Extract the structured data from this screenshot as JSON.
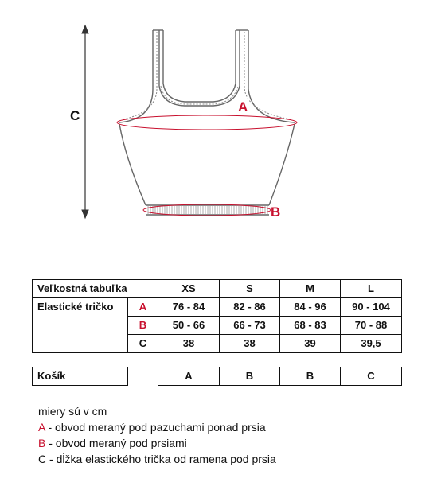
{
  "figure": {
    "dimension_c": "C",
    "dimension_a": "A",
    "dimension_b": "B"
  },
  "colors": {
    "accent": "#c8102e",
    "line": "#555555"
  },
  "table": {
    "header_label": "Veľkostná tabuľka",
    "sizes": [
      "XS",
      "S",
      "M",
      "L"
    ],
    "row_group_label": "Elastické tričko",
    "rows": [
      {
        "key": "A",
        "values": [
          "76 - 84",
          "82 - 86",
          "84 - 96",
          "90 - 104"
        ]
      },
      {
        "key": "B",
        "values": [
          "50 - 66",
          "66 - 73",
          "68 - 83",
          "70 - 88"
        ]
      },
      {
        "key": "C",
        "values": [
          "38",
          "38",
          "39",
          "39,5"
        ]
      }
    ],
    "cup_label": "Košík",
    "cup_values": [
      "A",
      "B",
      "B",
      "C"
    ]
  },
  "legend": {
    "units": "miery sú v cm",
    "items": [
      {
        "key": "A",
        "text": " - obvod meraný pod pazuchami ponad prsia"
      },
      {
        "key": "B",
        "text": " - obvod meraný pod prsiami"
      },
      {
        "key": "C",
        "text": " - dĺžka elastického trička od ramena pod prsia"
      }
    ]
  }
}
